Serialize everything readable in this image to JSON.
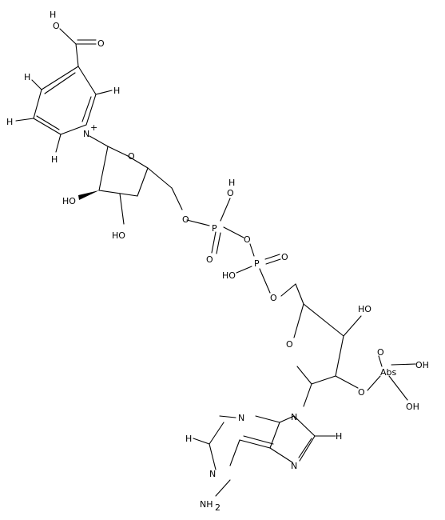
{
  "molecule": {
    "atoms": {
      "acid_o_top": "O",
      "acid_h_top": "H",
      "acid_o_right": "O",
      "pyr_h1": "H",
      "pyr_h2": "H",
      "pyr_h3": "H",
      "pyr_h4": "H",
      "pyr_n": "N",
      "pyr_n_charge": "+",
      "rib1_o": "O",
      "rib1_ho1": "HO",
      "rib1_ho2": "HO",
      "rib1_o5": "O",
      "p1": "P",
      "p1_oh_o": "O",
      "p1_oh_h": "H",
      "p1_dbl_o": "O",
      "bridge_o": "O",
      "p2": "P",
      "p2_dbl_o": "O",
      "p2_ho": "HO",
      "p2_o5": "O",
      "rib2_o": "O",
      "rib2_ho": "HO",
      "rib2_o2": "O",
      "p3": "Abs",
      "p3_o_top": "O",
      "p3_oh1": "OH",
      "p3_oh2": "OH",
      "ad_n9": "N",
      "ad_h8": "H",
      "ad_n7": "N",
      "ad_n3": "N",
      "ad_h2": "H",
      "ad_n1": "N",
      "ad_nh2": "NH",
      "ad_nh2_sub": "2"
    }
  }
}
